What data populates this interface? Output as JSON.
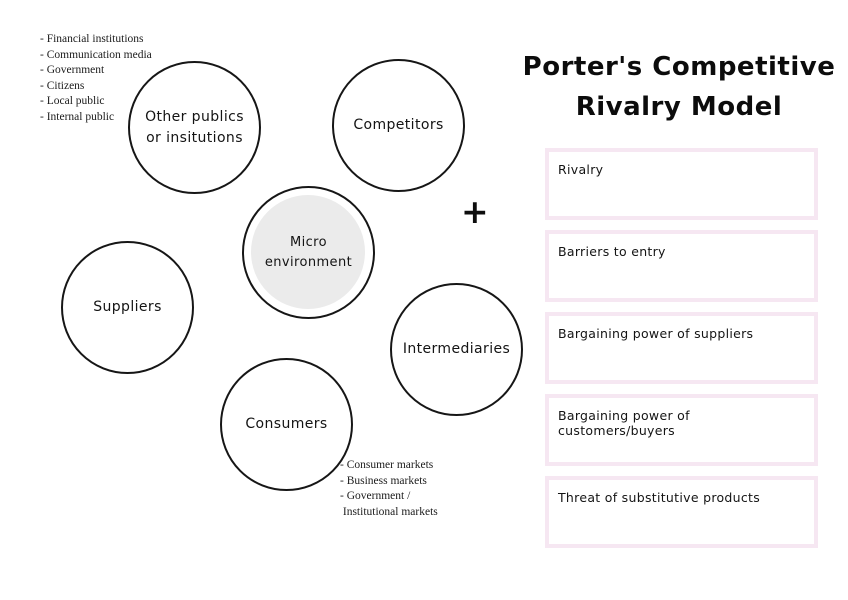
{
  "title": {
    "text": "Porter's Competitive\nRivalry Model"
  },
  "diagram": {
    "plus": "+",
    "circles": {
      "other_publics": "Other publics\nor insitutions",
      "competitors": "Competitors",
      "micro": "Micro\nenvironment",
      "suppliers": "Suppliers",
      "intermediaries": "Intermediaries",
      "consumers": "Consumers"
    },
    "publics_list": [
      "- Financial institutions",
      "- Communication media",
      "- Government",
      "- Citizens",
      "- Local public",
      "- Internal public"
    ],
    "markets_list": [
      "- Consumer markets",
      "- Business markets",
      "- Government /",
      " Institutional markets"
    ]
  },
  "panel": {
    "boxes": [
      "Rivalry",
      "Barriers to entry",
      "Bargaining power of suppliers",
      "Bargaining power of customers/buyers",
      "Threat of substitutive products"
    ]
  },
  "colors": {
    "box_border": "#f6e7f2",
    "center_circle_fill": "#ebebeb",
    "circle_stroke": "#161616",
    "text": "#111111"
  }
}
